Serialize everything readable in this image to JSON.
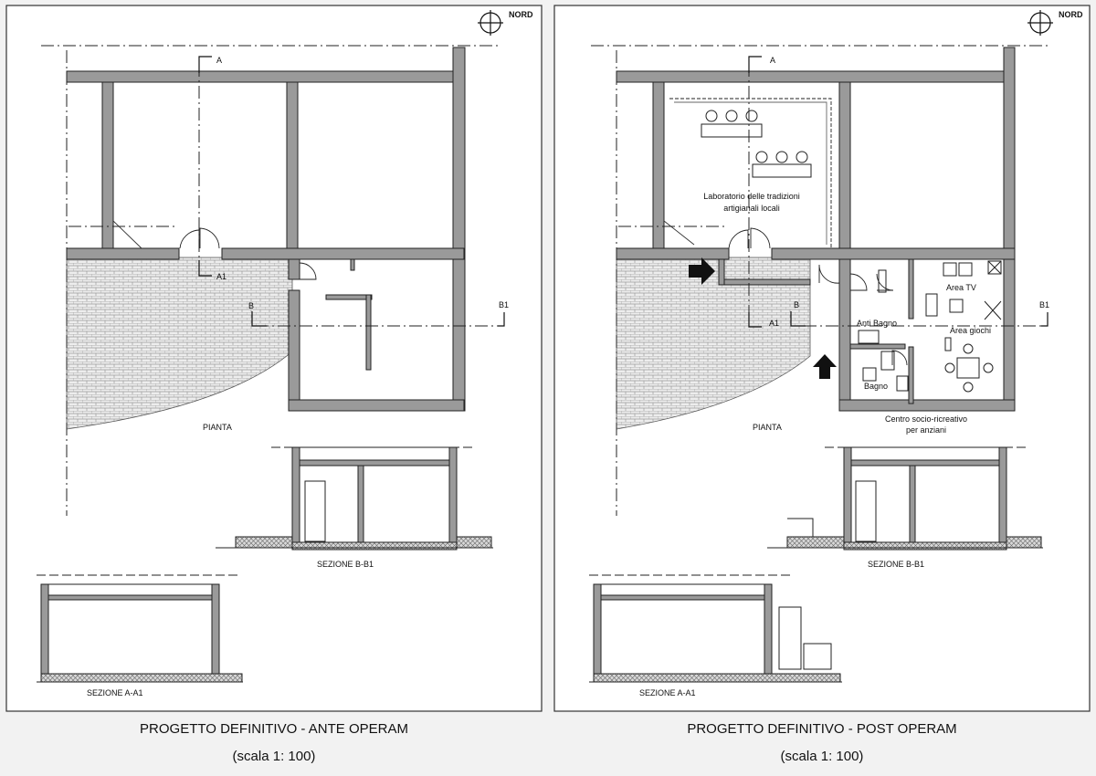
{
  "north_label": "NORD",
  "left": {
    "plan_label": "PIANTA",
    "section_bb": "SEZIONE B-B1",
    "section_aa": "SEZIONE A-A1",
    "title": "PROGETTO DEFINITIVO - ANTE OPERAM",
    "scale": "(scala 1: 100)"
  },
  "right": {
    "plan_label": "PIANTA",
    "section_bb": "SEZIONE B-B1",
    "section_aa": "SEZIONE A-A1",
    "title": "PROGETTO DEFINITIVO - POST OPERAM",
    "scale": "(scala 1: 100)",
    "rooms": {
      "lab_line1": "Laboratorio delle tradizioni",
      "lab_line2": "artigianali locali",
      "area_tv": "Area TV",
      "anti_bagno": "Anti Bagno",
      "area_giochi": "Area giochi",
      "bagno": "Bagno",
      "centro_line1": "Centro socio-ricreativo",
      "centro_line2": "per anziani"
    }
  },
  "section_marks": {
    "a": "A",
    "a1": "A1",
    "b": "B",
    "b1": "B1"
  }
}
